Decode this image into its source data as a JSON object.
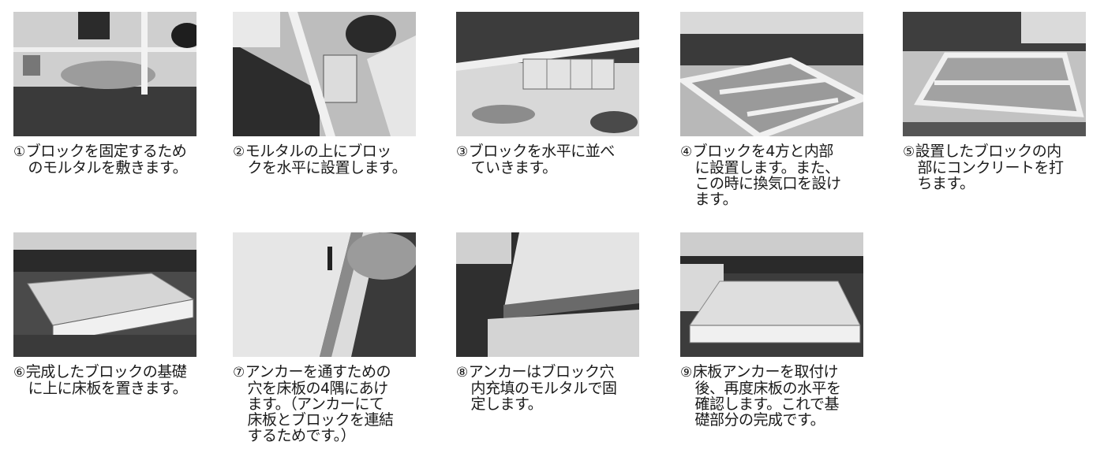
{
  "steps": [
    {
      "num": "①",
      "text": "ブロックを固定するため\n　のモルタルを敷きます。"
    },
    {
      "num": "②",
      "text": "モルタルの上にブロッ\n　クを水平に設置します。"
    },
    {
      "num": "③",
      "text": "ブロックを水平に並べ\n　ていきます。"
    },
    {
      "num": "④",
      "text": "ブロックを4方と内部\n　に設置します。また、\n　この時に換気口を設け\n　ます。"
    },
    {
      "num": "⑤",
      "text": "設置したブロックの内\n　部にコンクリートを打\n　ちます。"
    },
    {
      "num": "⑥",
      "text": "完成したブロックの基礎\n　に上に床板を置きます。"
    },
    {
      "num": "⑦",
      "text": "アンカーを通すための\n　穴を床板の4隅にあけ\n　ます。（アンカーにて\n　床板とブロックを連結\n　するためです。）"
    },
    {
      "num": "⑧",
      "text": "アンカーはブロック穴\n　内充填のモルタルで固\n　定します。"
    },
    {
      "num": "⑨",
      "text": "床板アンカーを取付け\n　後、再度床板の水平を\n　確認します。これで基\n　礎部分の完成です。"
    }
  ]
}
